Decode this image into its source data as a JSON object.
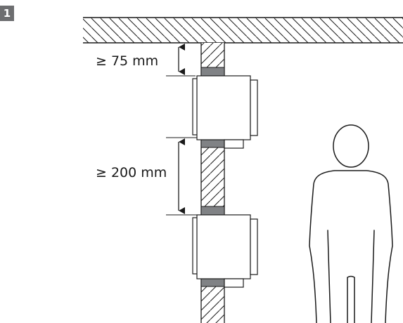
{
  "step_number": "1",
  "clearance_top": "≥ 75 mm",
  "clearance_between": "≥ 200 mm",
  "colors": {
    "line": "#1a1a1a",
    "bracket_fill": "#808285",
    "badge": "#6d6e70"
  }
}
